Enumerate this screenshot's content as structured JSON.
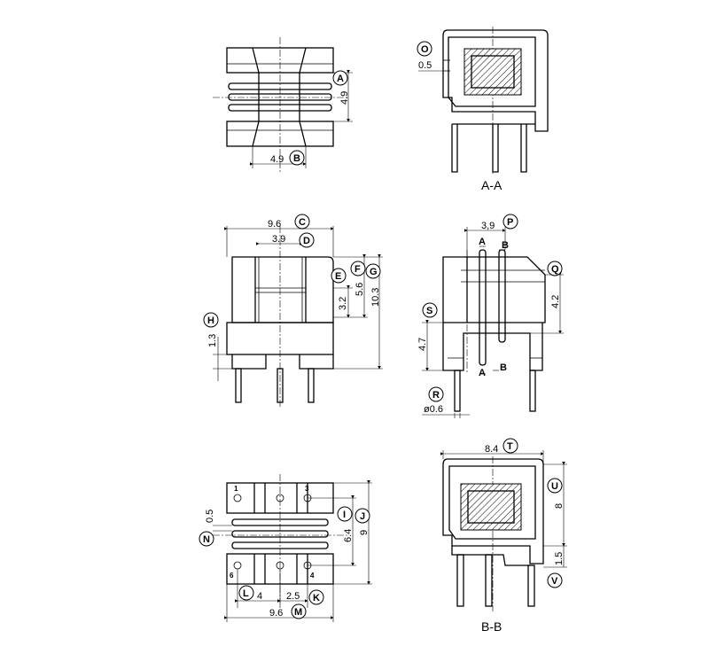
{
  "labels": {
    "A": "A",
    "B": "B",
    "C": "C",
    "D": "D",
    "E": "E",
    "F": "F",
    "G": "G",
    "H": "H",
    "I": "I",
    "J": "J",
    "K": "K",
    "L": "L",
    "M": "M",
    "N": "N",
    "O": "O",
    "P": "P",
    "Q": "Q",
    "R": "R",
    "S": "S",
    "T": "T",
    "U": "U",
    "V": "V"
  },
  "dims": {
    "top_right_4_9": "4.9",
    "top_bottom_4_9": "4.9",
    "o_0_5": "0.5",
    "front_9_6": "9.6",
    "front_3_9": "3.9",
    "front_3_2": "3.2",
    "front_5_6": "5.6",
    "front_10_3": "10.3",
    "front_1_3": "1.3",
    "side_3_9": "3,9",
    "side_4_2": "4.2",
    "side_4_7": "4.7",
    "side_phi_0_6": "ø0.6",
    "bot_0_5": "0.5",
    "bot_6_4": "6.4",
    "bot_9": "9",
    "bot_4": "4",
    "bot_2_5": "2.5",
    "bot_9_6": "9.6",
    "bb_8_4": "8.4",
    "bb_8": "8",
    "bb_1_5": "1.5"
  },
  "letters_small": {
    "a_top": "A",
    "b_top": "B",
    "a_bot": "A",
    "b_bot": "B"
  },
  "section_labels": {
    "aa": "A-A",
    "bb": "B-B"
  },
  "pins": {
    "p1": "1",
    "p3": "3",
    "p6": "6",
    "p4": "4"
  }
}
